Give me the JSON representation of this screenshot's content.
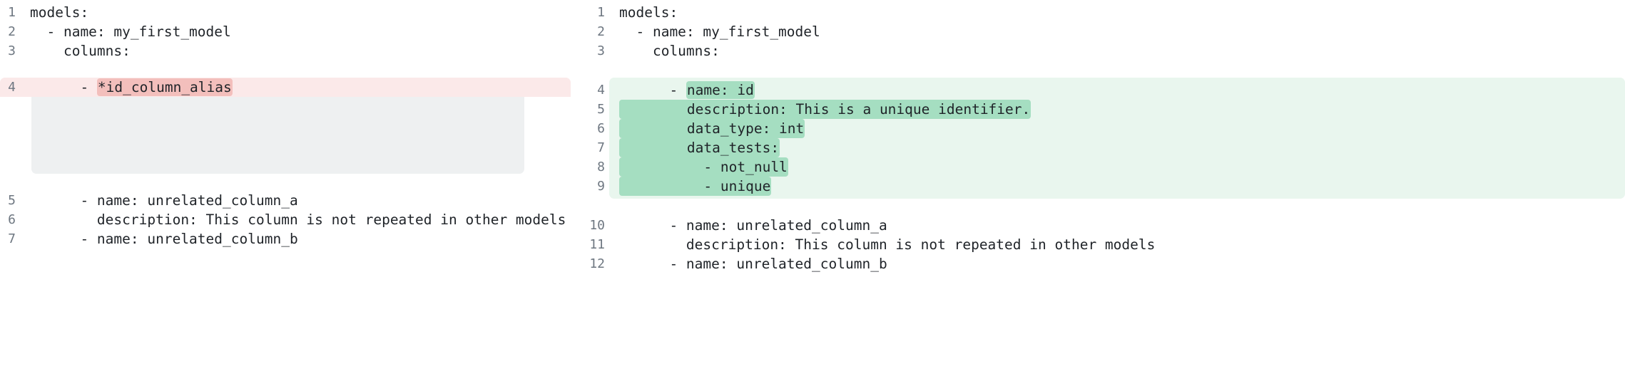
{
  "diff": {
    "type": "side-by-side-code-diff",
    "language": "yaml",
    "colors": {
      "text": "#1f2328",
      "gutter_text": "#6e7781",
      "removed_row_bg": "#fbe9e9",
      "removed_token_bg": "#f3bfbc",
      "added_row_bg": "#e9f6ee",
      "added_token_bg": "#a5dec1",
      "filler_bg": "#eef0f1",
      "page_bg": "#ffffff"
    },
    "left_panel": {
      "name": "before",
      "lines": [
        {
          "number": "1",
          "text": "models:",
          "state": "context"
        },
        {
          "number": "2",
          "text": "  - name: my_first_model",
          "state": "context"
        },
        {
          "number": "3",
          "text": "    columns:",
          "state": "context"
        },
        {
          "number": "4",
          "prefix": "      - ",
          "token": "*id_column_alias",
          "text": "      - *id_column_alias",
          "state": "removed"
        },
        {
          "number": "5",
          "text": "      - name: unrelated_column_a",
          "state": "context"
        },
        {
          "number": "6",
          "text": "        description: This column is not repeated in other models",
          "state": "context"
        },
        {
          "number": "7",
          "text": "      - name: unrelated_column_b",
          "state": "context"
        }
      ]
    },
    "right_panel": {
      "name": "after",
      "lines": [
        {
          "number": "1",
          "text": "models:",
          "state": "context"
        },
        {
          "number": "2",
          "text": "  - name: my_first_model",
          "state": "context"
        },
        {
          "number": "3",
          "text": "    columns:",
          "state": "context"
        },
        {
          "number": "4",
          "prefix": "      - ",
          "token": "name: id",
          "text": "      - name: id",
          "state": "added"
        },
        {
          "number": "5",
          "prefix": "",
          "token": "        description: This is a unique identifier.",
          "text": "        description: This is a unique identifier.",
          "state": "added"
        },
        {
          "number": "6",
          "prefix": "",
          "token": "        data_type: int",
          "text": "        data_type: int",
          "state": "added"
        },
        {
          "number": "7",
          "prefix": "",
          "token": "        data_tests:",
          "text": "        data_tests:",
          "state": "added"
        },
        {
          "number": "8",
          "prefix": "",
          "token": "          - not_null",
          "text": "          - not_null",
          "state": "added"
        },
        {
          "number": "9",
          "prefix": "",
          "token": "          - unique",
          "text": "          - unique",
          "state": "added"
        },
        {
          "number": "10",
          "text": "      - name: unrelated_column_a",
          "state": "context"
        },
        {
          "number": "11",
          "text": "        description: This column is not repeated in other models",
          "state": "context"
        },
        {
          "number": "12",
          "text": "      - name: unrelated_column_b",
          "state": "context"
        }
      ]
    }
  }
}
